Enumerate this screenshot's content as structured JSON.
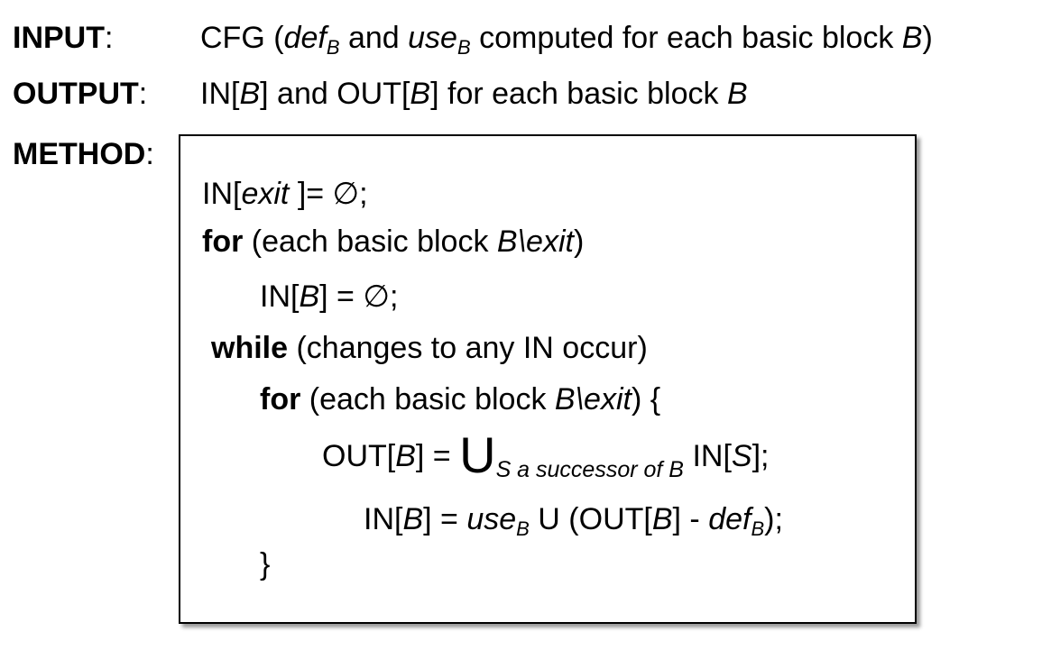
{
  "input": {
    "label": "INPUT",
    "colon": ":",
    "p1": "CFG (",
    "def": "def",
    "def_sub": "B",
    "and": " and ",
    "use": "use",
    "use_sub": "B",
    "p2": " computed for each basic block ",
    "b": "B",
    "close": ")"
  },
  "output": {
    "label": "OUTPUT",
    "colon": ":",
    "in_open": "IN[",
    "b1": "B",
    "mid": "] and OUT[",
    "b2": "B",
    "tail": "] for each basic block ",
    "b3": "B"
  },
  "method": {
    "label": "METHOD",
    "colon": ":"
  },
  "code": {
    "l1": {
      "a": "IN[",
      "exit": "exit ",
      "b": "]= ∅;"
    },
    "l2": {
      "kw": "for",
      "a": " (each basic block ",
      "b": "B\\exit",
      "c": ")"
    },
    "l3": {
      "a": "IN[",
      "b": "B",
      "c": "] = ∅;"
    },
    "l4": {
      "kw": "while",
      "a": " (changes to any IN occur)"
    },
    "l5": {
      "kw": "for",
      "a": " (each basic block ",
      "b": "B\\exit",
      "c": ") {"
    },
    "l6": {
      "a": "OUT[",
      "b": "B",
      "c": "] = ",
      "union": "U",
      "sub": "S a successor of B",
      "d": " IN[",
      "s": "S",
      "e": "];"
    },
    "l7": {
      "a": "IN[",
      "b": "B",
      "c": "] = ",
      "use": "use",
      "use_sub": "B",
      "d": " U (OUT[",
      "b2": "B",
      "e": "] - ",
      "def": "def",
      "def_sub": "B",
      "f": ");"
    },
    "l8": {
      "brace": "}"
    }
  }
}
